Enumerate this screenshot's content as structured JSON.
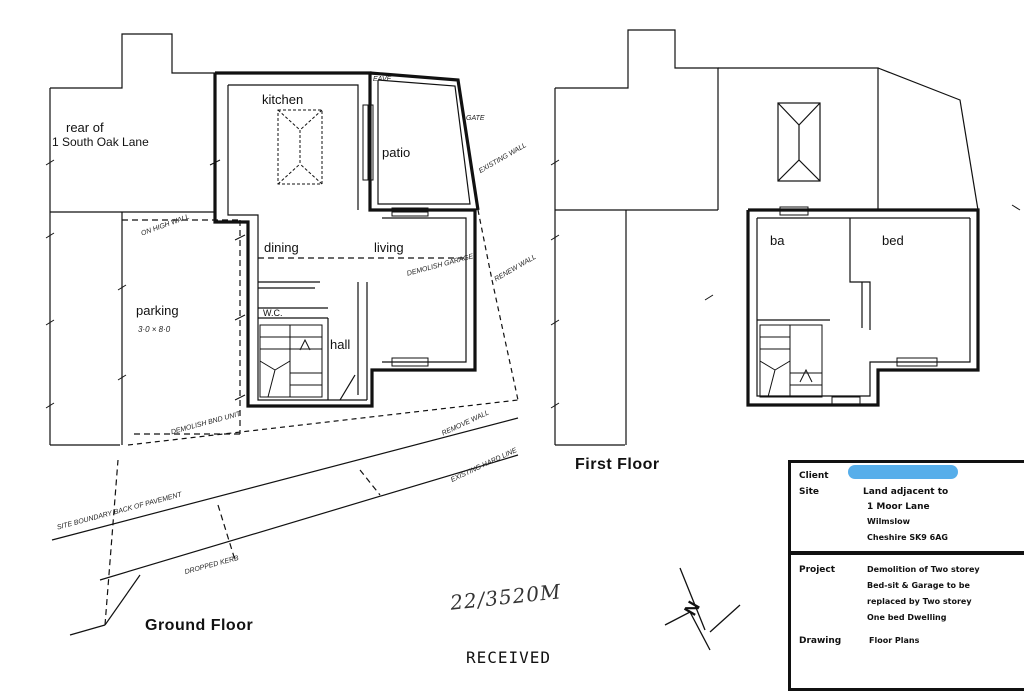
{
  "labels": {
    "rear_of": "rear of",
    "rear_of_2": "1 South Oak Lane",
    "kitchen": "kitchen",
    "patio": "patio",
    "dining": "dining",
    "living": "living",
    "parking": "parking",
    "parking_dim": "3·0 × 8·0",
    "wc": "W.C.",
    "hall": "hall",
    "ba": "ba",
    "bed": "bed",
    "ground_floor": "Ground Floor",
    "first_floor": "First Floor",
    "handwritten_ref": "22/3520M",
    "received": "RECEIVED"
  },
  "notes": {
    "eave": "EAVE",
    "gate": "GATE",
    "existing_wall": "EXISTING WALL",
    "on_high_wall": "ON HIGH WALL",
    "demolish_garage": "DEMOLISH GARAGE",
    "renew_wall": "RENEW WALL",
    "demolish_bnd_unit": "DEMOLISH BND UNIT",
    "remove_wall": "REMOVE WALL",
    "existing_hard_line": "EXISTING HARD LINE",
    "site_boundary": "SITE BOUNDARY BACK OF PAVEMENT",
    "dropped_kerb": "DROPPED KERB",
    "north": "N"
  },
  "title_block": {
    "client_label": "Client",
    "site_label": "Site",
    "site_line1": "Land adjacent to",
    "site_line2": "1 Moor Lane",
    "site_line3": "Wilmslow",
    "site_line4": "Cheshire  SK9 6AG",
    "project_label": "Project",
    "project_line1": "Demolition of  Two storey",
    "project_line2": "Bed-sit & Garage to be",
    "project_line3": "replaced by Two storey",
    "project_line4": "One bed Dwelling",
    "drawing_label": "Drawing",
    "drawing_value": "Floor Plans"
  },
  "colors": {
    "ink": "#111111",
    "redaction": "#3aa0e6"
  }
}
